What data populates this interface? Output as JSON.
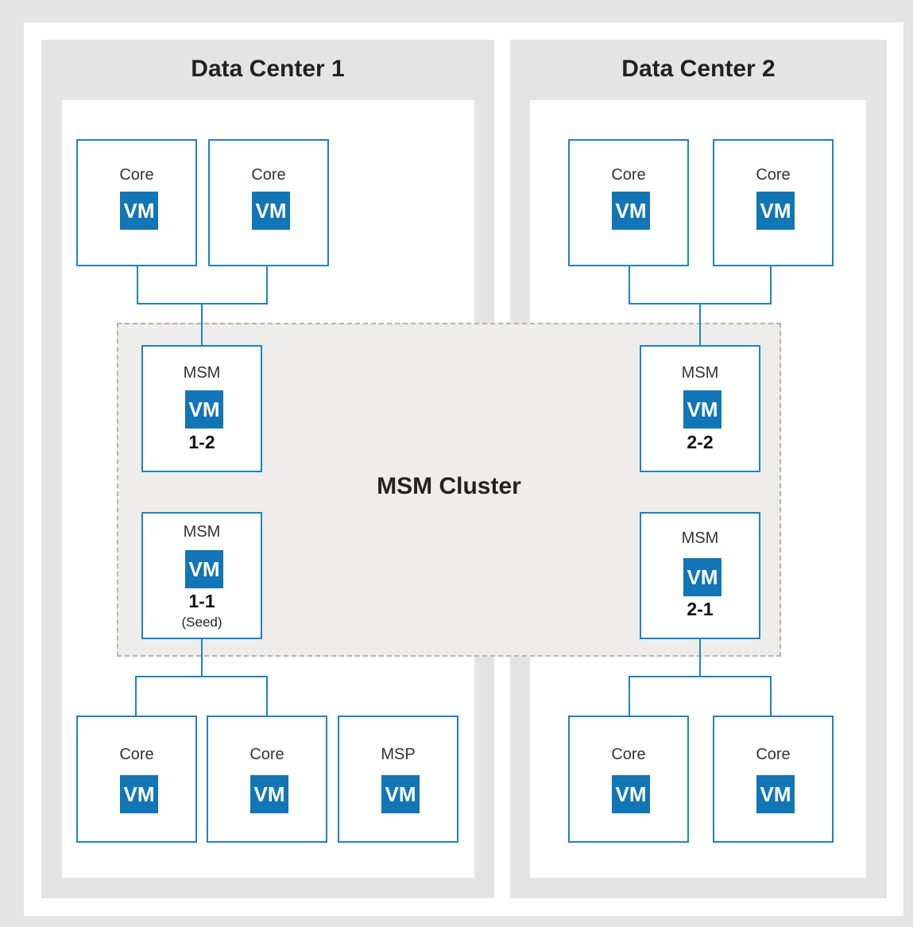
{
  "colors": {
    "accent": "#1b84c4",
    "vm_badge": "#1275b6",
    "panel": "#e4e4e4",
    "cluster_fill": "#eeedec"
  },
  "data_center_1": {
    "title": "Data Center 1"
  },
  "data_center_2": {
    "title": "Data Center 2"
  },
  "cluster": {
    "label": "MSM Cluster"
  },
  "vm_label": "VM",
  "nodes": [
    {
      "role": "Core"
    },
    {
      "role": "Core"
    },
    {
      "role": "MSM",
      "id": "1-2"
    },
    {
      "role": "MSM",
      "id": "1-1",
      "note": "(Seed)"
    },
    {
      "role": "Core"
    },
    {
      "role": "Core"
    },
    {
      "role": "MSP"
    },
    {
      "role": "Core"
    },
    {
      "role": "Core"
    },
    {
      "role": "MSM",
      "id": "2-2"
    },
    {
      "role": "MSM",
      "id": "2-1"
    },
    {
      "role": "Core"
    },
    {
      "role": "Core"
    }
  ]
}
